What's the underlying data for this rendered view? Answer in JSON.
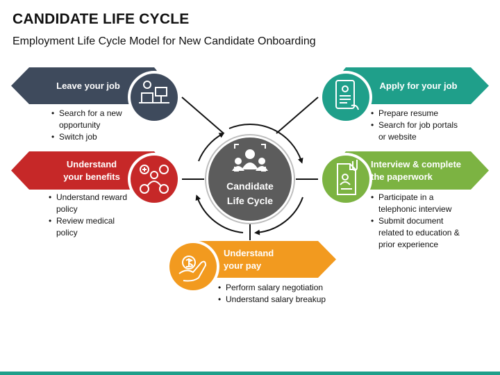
{
  "title": "CANDIDATE LIFE CYCLE",
  "subtitle": "Employment Life Cycle Model for New Candidate Onboarding",
  "center": {
    "line1": "Candidate",
    "line2": "Life Cycle"
  },
  "colors": {
    "slate": "#3e4a5c",
    "teal": "#1f9f8a",
    "red": "#c62828",
    "green": "#7cb342",
    "orange": "#f29a1f",
    "center_ring": "#5c5c5c"
  },
  "stages": {
    "leave": {
      "label_1": "Leave your job",
      "icon": "worker-at-desk-icon",
      "bullets": [
        "Search  for a new opportunity",
        "Switch job"
      ]
    },
    "benefits": {
      "label_1": "Understand",
      "label_2": "your benefits",
      "icon": "benefits-icon",
      "bullets": [
        "Understand reward policy",
        "Review medical policy"
      ]
    },
    "apply": {
      "label_1": "Apply for your job",
      "icon": "mobile-resume-icon",
      "bullets": [
        "Prepare resume",
        "Search for job portals or website"
      ]
    },
    "interview": {
      "label_1": "Interview & complete",
      "label_2": "the paperwork",
      "icon": "document-icon",
      "bullets": [
        "Participate in a telephonic interview",
        "Submit document related to education & prior experience"
      ]
    },
    "pay": {
      "label_1": "Understand",
      "label_2": "your pay",
      "icon": "salary-hand-icon",
      "bullets": [
        "Perform salary negotiation",
        "Understand salary breakup"
      ]
    }
  }
}
